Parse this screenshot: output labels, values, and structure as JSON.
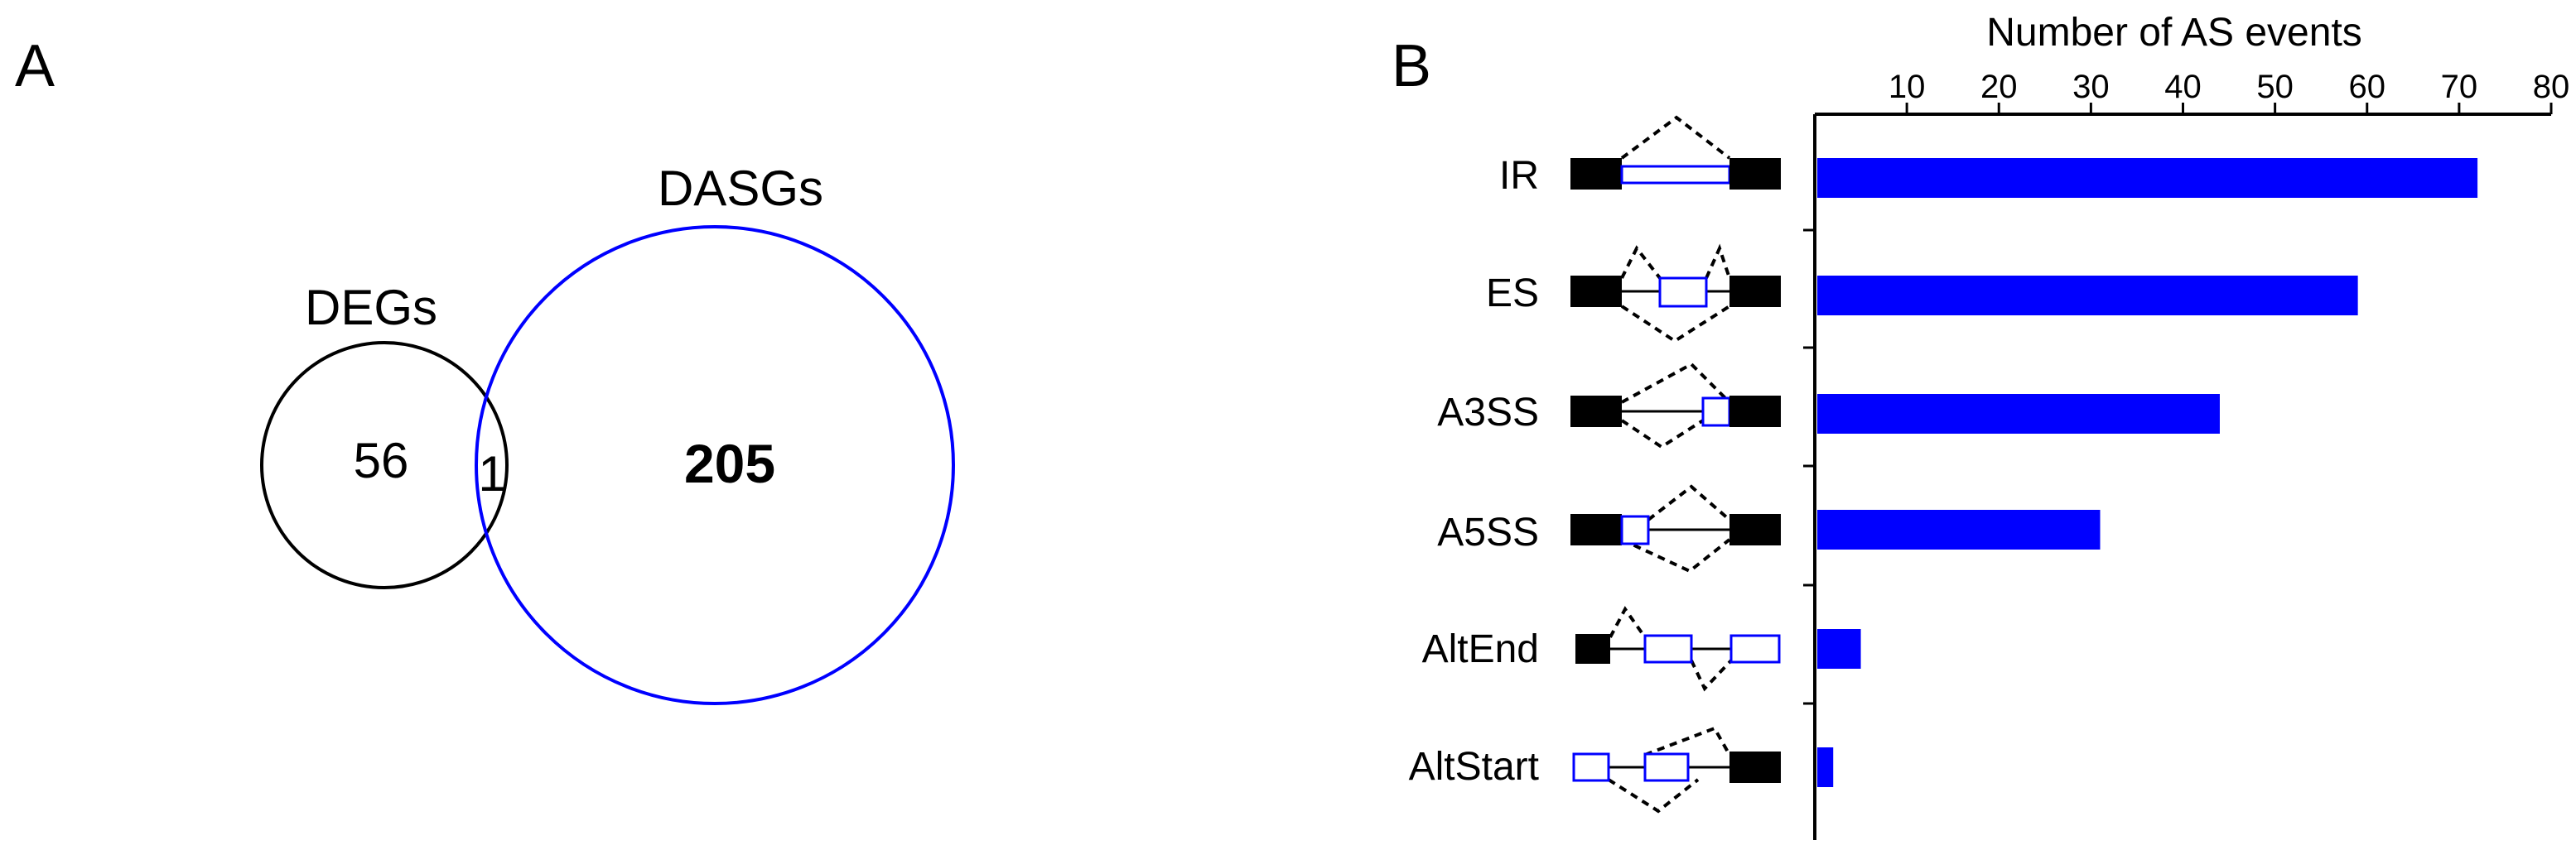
{
  "panels": {
    "a_label": "A",
    "b_label": "B"
  },
  "venn": {
    "sets": [
      {
        "name": "DEGs",
        "only": "56",
        "color": "#000000"
      },
      {
        "name": "DASGs",
        "only": "205",
        "color": "#0000ff"
      }
    ],
    "overlap": "1"
  },
  "chart_data": {
    "type": "bar",
    "orientation": "horizontal",
    "title": "Number of AS events",
    "xlabel": "Number of AS events",
    "ylabel": "",
    "xaxis_position": "top",
    "xlim": [
      0,
      80
    ],
    "xticks": [
      10,
      20,
      30,
      40,
      50,
      60,
      70,
      80
    ],
    "categories": [
      "IR",
      "ES",
      "A3SS",
      "A5SS",
      "AltEnd",
      "AltStart"
    ],
    "values": [
      72,
      59,
      44,
      31,
      5,
      2
    ],
    "bar_color": "#0000ff",
    "event_diagram_icons": [
      "intron-retention-icon",
      "exon-skipping-icon",
      "alt-3-splice-site-icon",
      "alt-5-splice-site-icon",
      "alt-end-icon",
      "alt-start-icon"
    ],
    "grid": false,
    "legend": "none"
  }
}
